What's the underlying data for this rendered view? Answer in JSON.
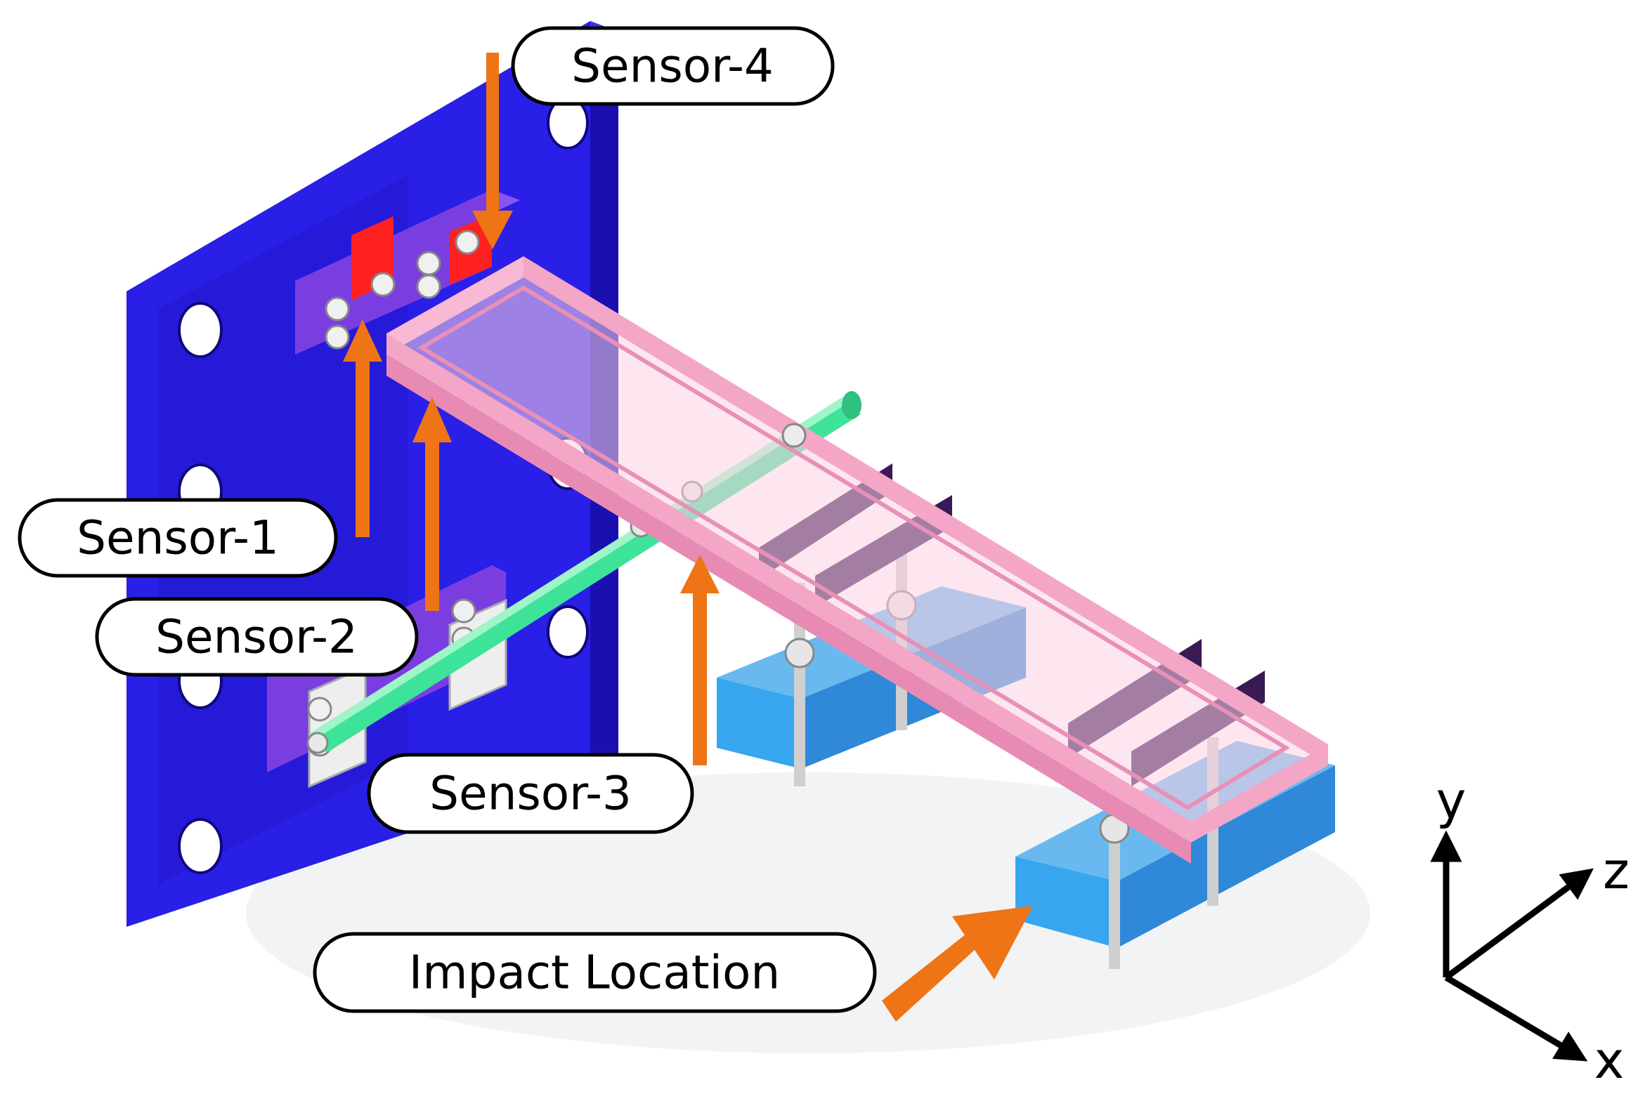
{
  "labels": {
    "sensor4": "Sensor-4",
    "sensor1": "Sensor-1",
    "sensor2": "Sensor-2",
    "sensor3": "Sensor-3",
    "impact": "Impact Location"
  },
  "axes": {
    "y": "y",
    "z": "z",
    "x": "x"
  },
  "colors": {
    "base_plate": "#2a1fe6",
    "frame": "#f4a6c6",
    "rod": "#3ee39a",
    "support_block": "#2f98e6",
    "arrow": "#ee7416",
    "sensor_mount": "#7a3ee0",
    "sensor_element": "#ff2020",
    "crossbar": "#3a1a55"
  }
}
